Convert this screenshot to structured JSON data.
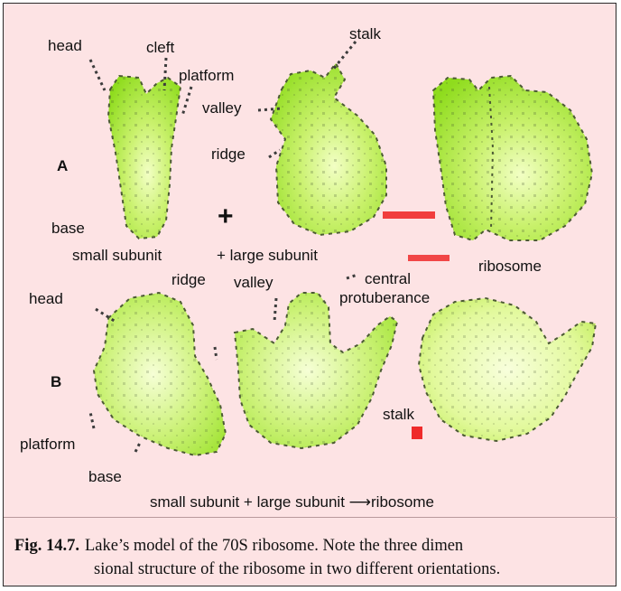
{
  "colors": {
    "background": "#fde3e4",
    "subunit_fill": "#9be628",
    "highlight": "#f3ffc6",
    "arrow_red": "#ef2a2a",
    "speckle": "#2f3a2a"
  },
  "panel_a": {
    "letter": "A",
    "labels": {
      "head": "head",
      "cleft": "cleft",
      "platform": "platform",
      "stalk": "stalk",
      "valley": "valley",
      "ridge": "ridge",
      "base": "base",
      "plus": "+",
      "small_subunit": "small subunit",
      "large_subunit": "+ large subunit",
      "central": "central",
      "ribosome": "ribosome"
    }
  },
  "panel_b": {
    "letter": "B",
    "labels": {
      "protuberance": "protuberance",
      "head": "head",
      "ridge": "ridge",
      "valley": "valley",
      "platform": "platform",
      "base": "base",
      "stalk": "stalk"
    }
  },
  "equation": "small subunit + large subunit ⟶ribosome",
  "caption": {
    "figure": "Fig. 14.7.",
    "line1": "Lake’s  model of the 70S ribosome. Note the three dimen",
    "line2": "sional structure of the ribosome in two different orientations."
  }
}
